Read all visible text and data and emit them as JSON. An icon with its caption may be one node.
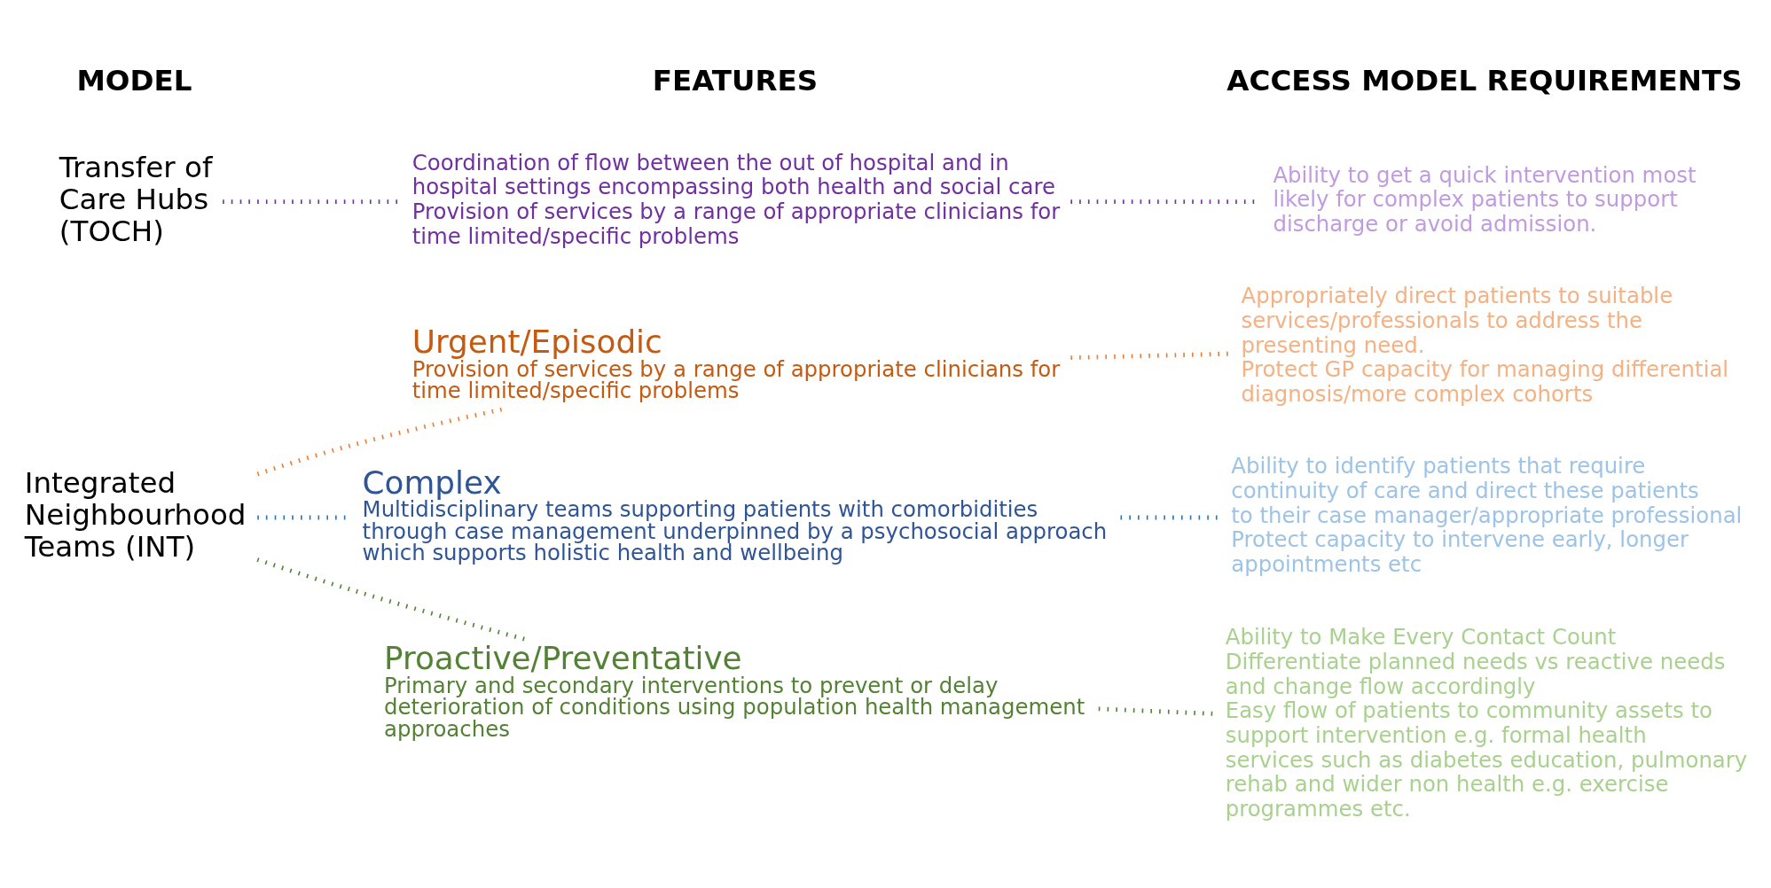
{
  "diagram": {
    "nodes": [
      {
        "text": [
          "Integrated Neighbourhood Teams (INT)"
        ]
      },
      {
        "text": [
          "Transfer of Care Hubs (TOCH)"
        ]
      },
      {
        "text": [
          "Urgent/Episodic",
          "Provision of services by a range of appropriate clinicians for time limited/specific problems"
        ]
      },
      {
        "text": [
          "Complex",
          "Multidisciplinary teams supporting patients with comorbidities through case management underpinned by a psychosocial approach which supports holistic health and wellbeing"
        ]
      },
      {
        "text": [
          "Proactive/Preventative",
          "Primary and secondary interventions to prevent or delay deterioration of conditions using population health management approaches"
        ]
      },
      {
        "text": [
          "Coordination of flow between the out of hospital and in hospital settings encompassing both health and social care",
          "Provision of services by a range of appropriate clinicians for time limited/specific problems"
        ]
      },
      {
        "text": [
          "Appropriately direct patients to suitable services/professionals to address the presenting need.",
          "Protect GP capacity for managing differential diagnosis/more complex cohorts"
        ]
      },
      {
        "text": [
          "Ability to identify patients that require continuity of care and direct these patients to their case manager/appropriate professional",
          "Protect capacity to intervene early, longer appointments etc"
        ]
      },
      {
        "text": [
          "Ability to Make Every Contact Count",
          "Differentiate planned needs vs reactive needs and change flow accordingly",
          "Easy flow of patients to community assets to support intervention e.g. formal health services such as diabetes education, pulmonary rehab and wider non health e.g. exercise programmes etc."
        ]
      },
      {
        "text": [
          "Ability to get a quick intervention most likely for complex patients to support discharge or avoid admission."
        ]
      }
    ],
    "edges": [
      {
        "from": 0,
        "to": 2,
        "arrow": "none",
        "style": "dashed",
        "color": "#ed7d31"
      },
      {
        "from": 0,
        "to": 3,
        "arrow": "none",
        "style": "dashed",
        "color": "#2e75b6"
      },
      {
        "from": 0,
        "to": 4,
        "arrow": "none",
        "style": "dashed",
        "color": "#548235"
      },
      {
        "from": 1,
        "to": 5,
        "arrow": "none",
        "style": "dashed",
        "color": "#7030a0"
      },
      {
        "from": 2,
        "to": 6,
        "arrow": "none",
        "style": "dashed",
        "color": "#ed7d31"
      },
      {
        "from": 3,
        "to": 7,
        "arrow": "none",
        "style": "dashed",
        "color": "#2e75b6"
      },
      {
        "from": 4,
        "to": 8,
        "arrow": "none",
        "style": "dashed",
        "color": "#548235"
      },
      {
        "from": 5,
        "to": 9,
        "arrow": "none",
        "style": "dashed",
        "color": "#7030a0"
      }
    ],
    "labels": [
      "MODEL",
      "FEATURES",
      "ACCESS MODEL REQUIREMENTS"
    ]
  }
}
